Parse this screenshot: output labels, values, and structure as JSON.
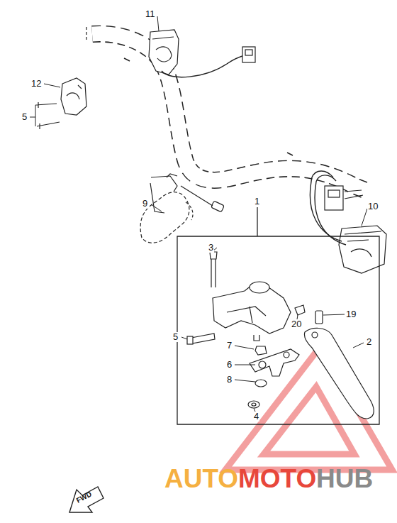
{
  "diagram": {
    "labels": [
      "11",
      "12",
      "5",
      "9",
      "1",
      "3",
      "10",
      "5",
      "19",
      "20",
      "2",
      "7",
      "6",
      "8",
      "4",
      "FWD",
      "AUTO",
      "MOTO",
      "HUB"
    ]
  }
}
